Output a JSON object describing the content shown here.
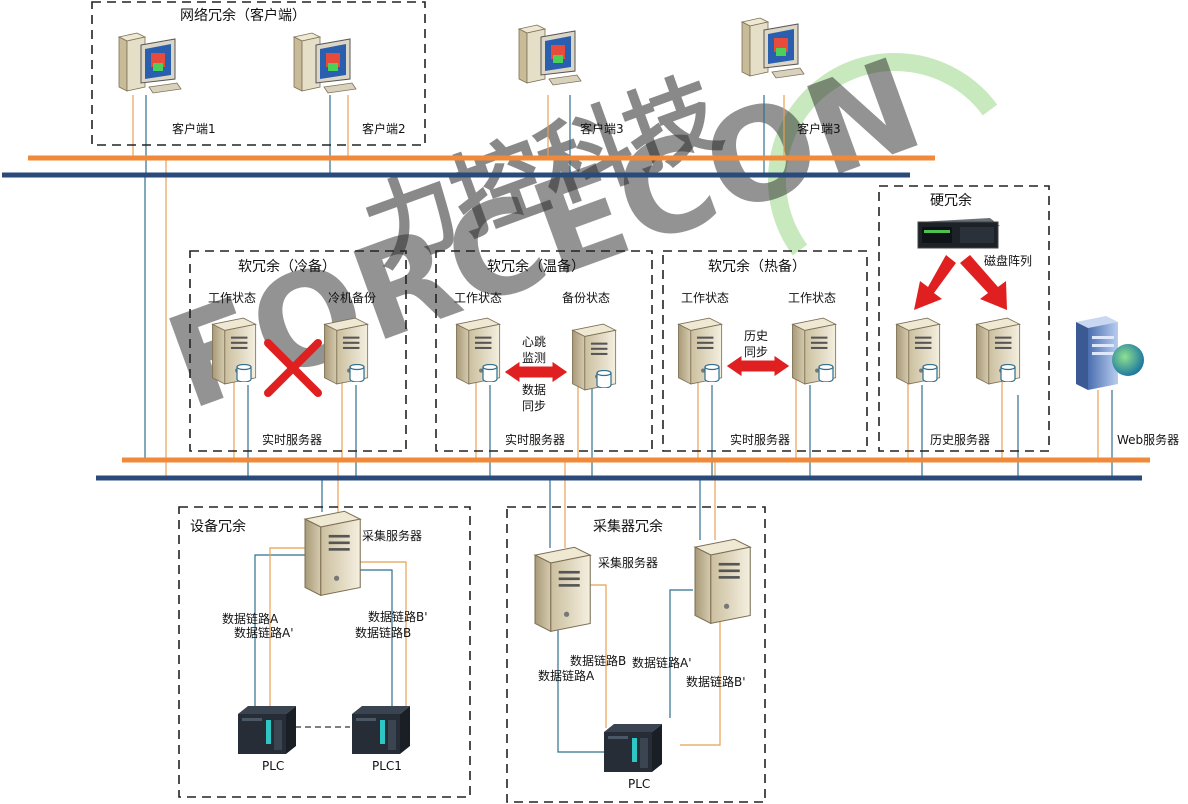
{
  "watermark": {
    "cn": "力控科技",
    "en": "FORCECON",
    "color_blue": "#9eb4d8",
    "color_green": "#8fd27a"
  },
  "groups": {
    "network": "网络冗余（客户端）",
    "cold": "软冗余（冷备）",
    "warm": "软冗余（温备）",
    "hot": "软冗余（热备）",
    "hard": "硬冗余",
    "device": "设备冗余",
    "collector": "采集器冗余"
  },
  "clients": [
    "客户端1",
    "客户端2",
    "客户端3",
    "客户端3"
  ],
  "states": {
    "cold_a": "工作状态",
    "cold_b": "冷机备份",
    "warm_a": "工作状态",
    "warm_b": "备份状态",
    "hot_a": "工作状态",
    "hot_b": "工作状态"
  },
  "arrows": {
    "heartbeat_1": "心跳",
    "heartbeat_2": "监测",
    "datasync_1": "数据",
    "datasync_2": "同步",
    "histsync_1": "历史",
    "histsync_2": "同步"
  },
  "servers": {
    "realtime": "实时服务器",
    "history": "历史服务器",
    "web": "Web服务器",
    "disk_array": "磁盘阵列",
    "collect_1": "采集服务器",
    "collect_2": "采集服务器"
  },
  "links": {
    "dev_a": "数据链路A",
    "dev_a2": "数据链路A'",
    "dev_b2": "数据链路B'",
    "dev_b": "数据链路B",
    "col_b": "数据链路B",
    "col_a": "数据链路A",
    "col_a2": "数据链路A'",
    "col_b2": "数据链路B'"
  },
  "plc": {
    "dev_1": "PLC",
    "dev_2": "PLC1",
    "col": "PLC"
  },
  "colors": {
    "bus_orange": "#f08a3a",
    "bus_navy": "#2a4a7a",
    "arrow_red": "#e02020"
  }
}
